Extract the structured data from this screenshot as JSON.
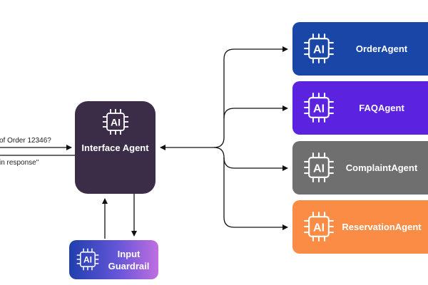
{
  "interface_agent": {
    "chip_text": "AI",
    "label": "Interface Agent"
  },
  "input_guardrail": {
    "chip_text": "AI",
    "label_line1": "Input",
    "label_line2": "Guardrail"
  },
  "agents": [
    {
      "chip_text": "AI",
      "label": "OrderAgent",
      "color": "#1a46a8"
    },
    {
      "chip_text": "AI",
      "label": "FAQAgent",
      "color": "#5b22e0"
    },
    {
      "chip_text": "AI",
      "label": "ComplaintAgent",
      "color": "#6f6f6f"
    },
    {
      "chip_text": "AI",
      "label": "ReservationAgent",
      "color": "#fb8c45"
    }
  ],
  "incoming_query_text": "of Order 12346?",
  "outgoing_response_text": "in response\""
}
